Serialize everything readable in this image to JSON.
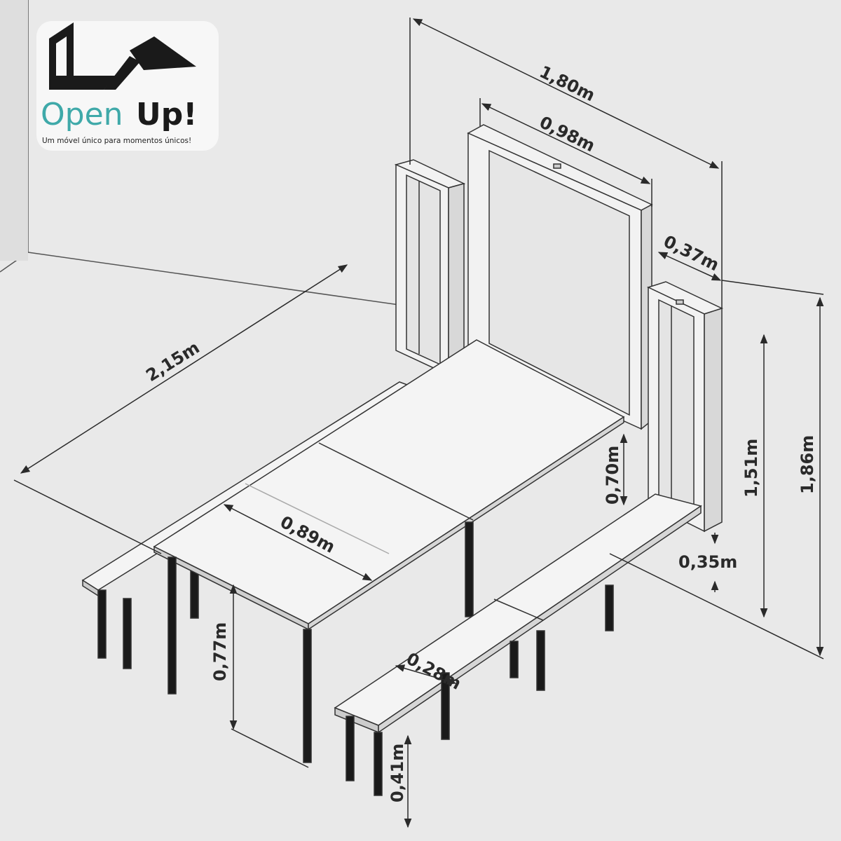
{
  "logo": {
    "brand_open": "Open",
    "brand_up": "Up!",
    "tagline": "Um móvel único para momentos únicos!"
  },
  "dimensions": {
    "total_width": "1,80m",
    "frame_width": "0,98m",
    "cabinet_depth": "0,37m",
    "table_length": "2,15m",
    "table_width": "0,89m",
    "headboard_height": "0,70m",
    "mid_height": "1,51m",
    "total_height": "1,86m",
    "bench_depth_offset": "0,35m",
    "table_height": "0,77m",
    "bench_width": "0,28m",
    "bench_height": "0,41m"
  },
  "colors": {
    "background": "#e9e9e9",
    "line": "#2a2a2a",
    "brand_teal": "#3fa9a9"
  }
}
